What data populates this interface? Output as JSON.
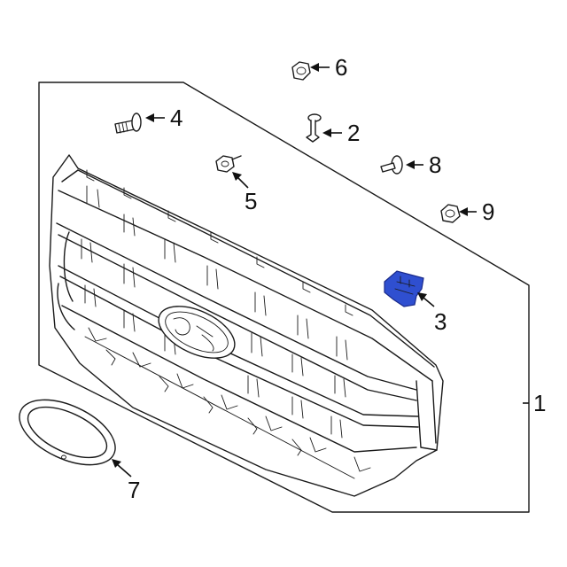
{
  "colors": {
    "line": "#1a1a1a",
    "highlight_fill": "#2f4fd0",
    "highlight_stroke": "#1a2a8a",
    "background": "#ffffff"
  },
  "callouts": {
    "c1": "1",
    "c2": "2",
    "c3": "3",
    "c4": "4",
    "c5": "5",
    "c6": "6",
    "c7": "7",
    "c8": "8",
    "c9": "9"
  },
  "highlighted_part": "3"
}
